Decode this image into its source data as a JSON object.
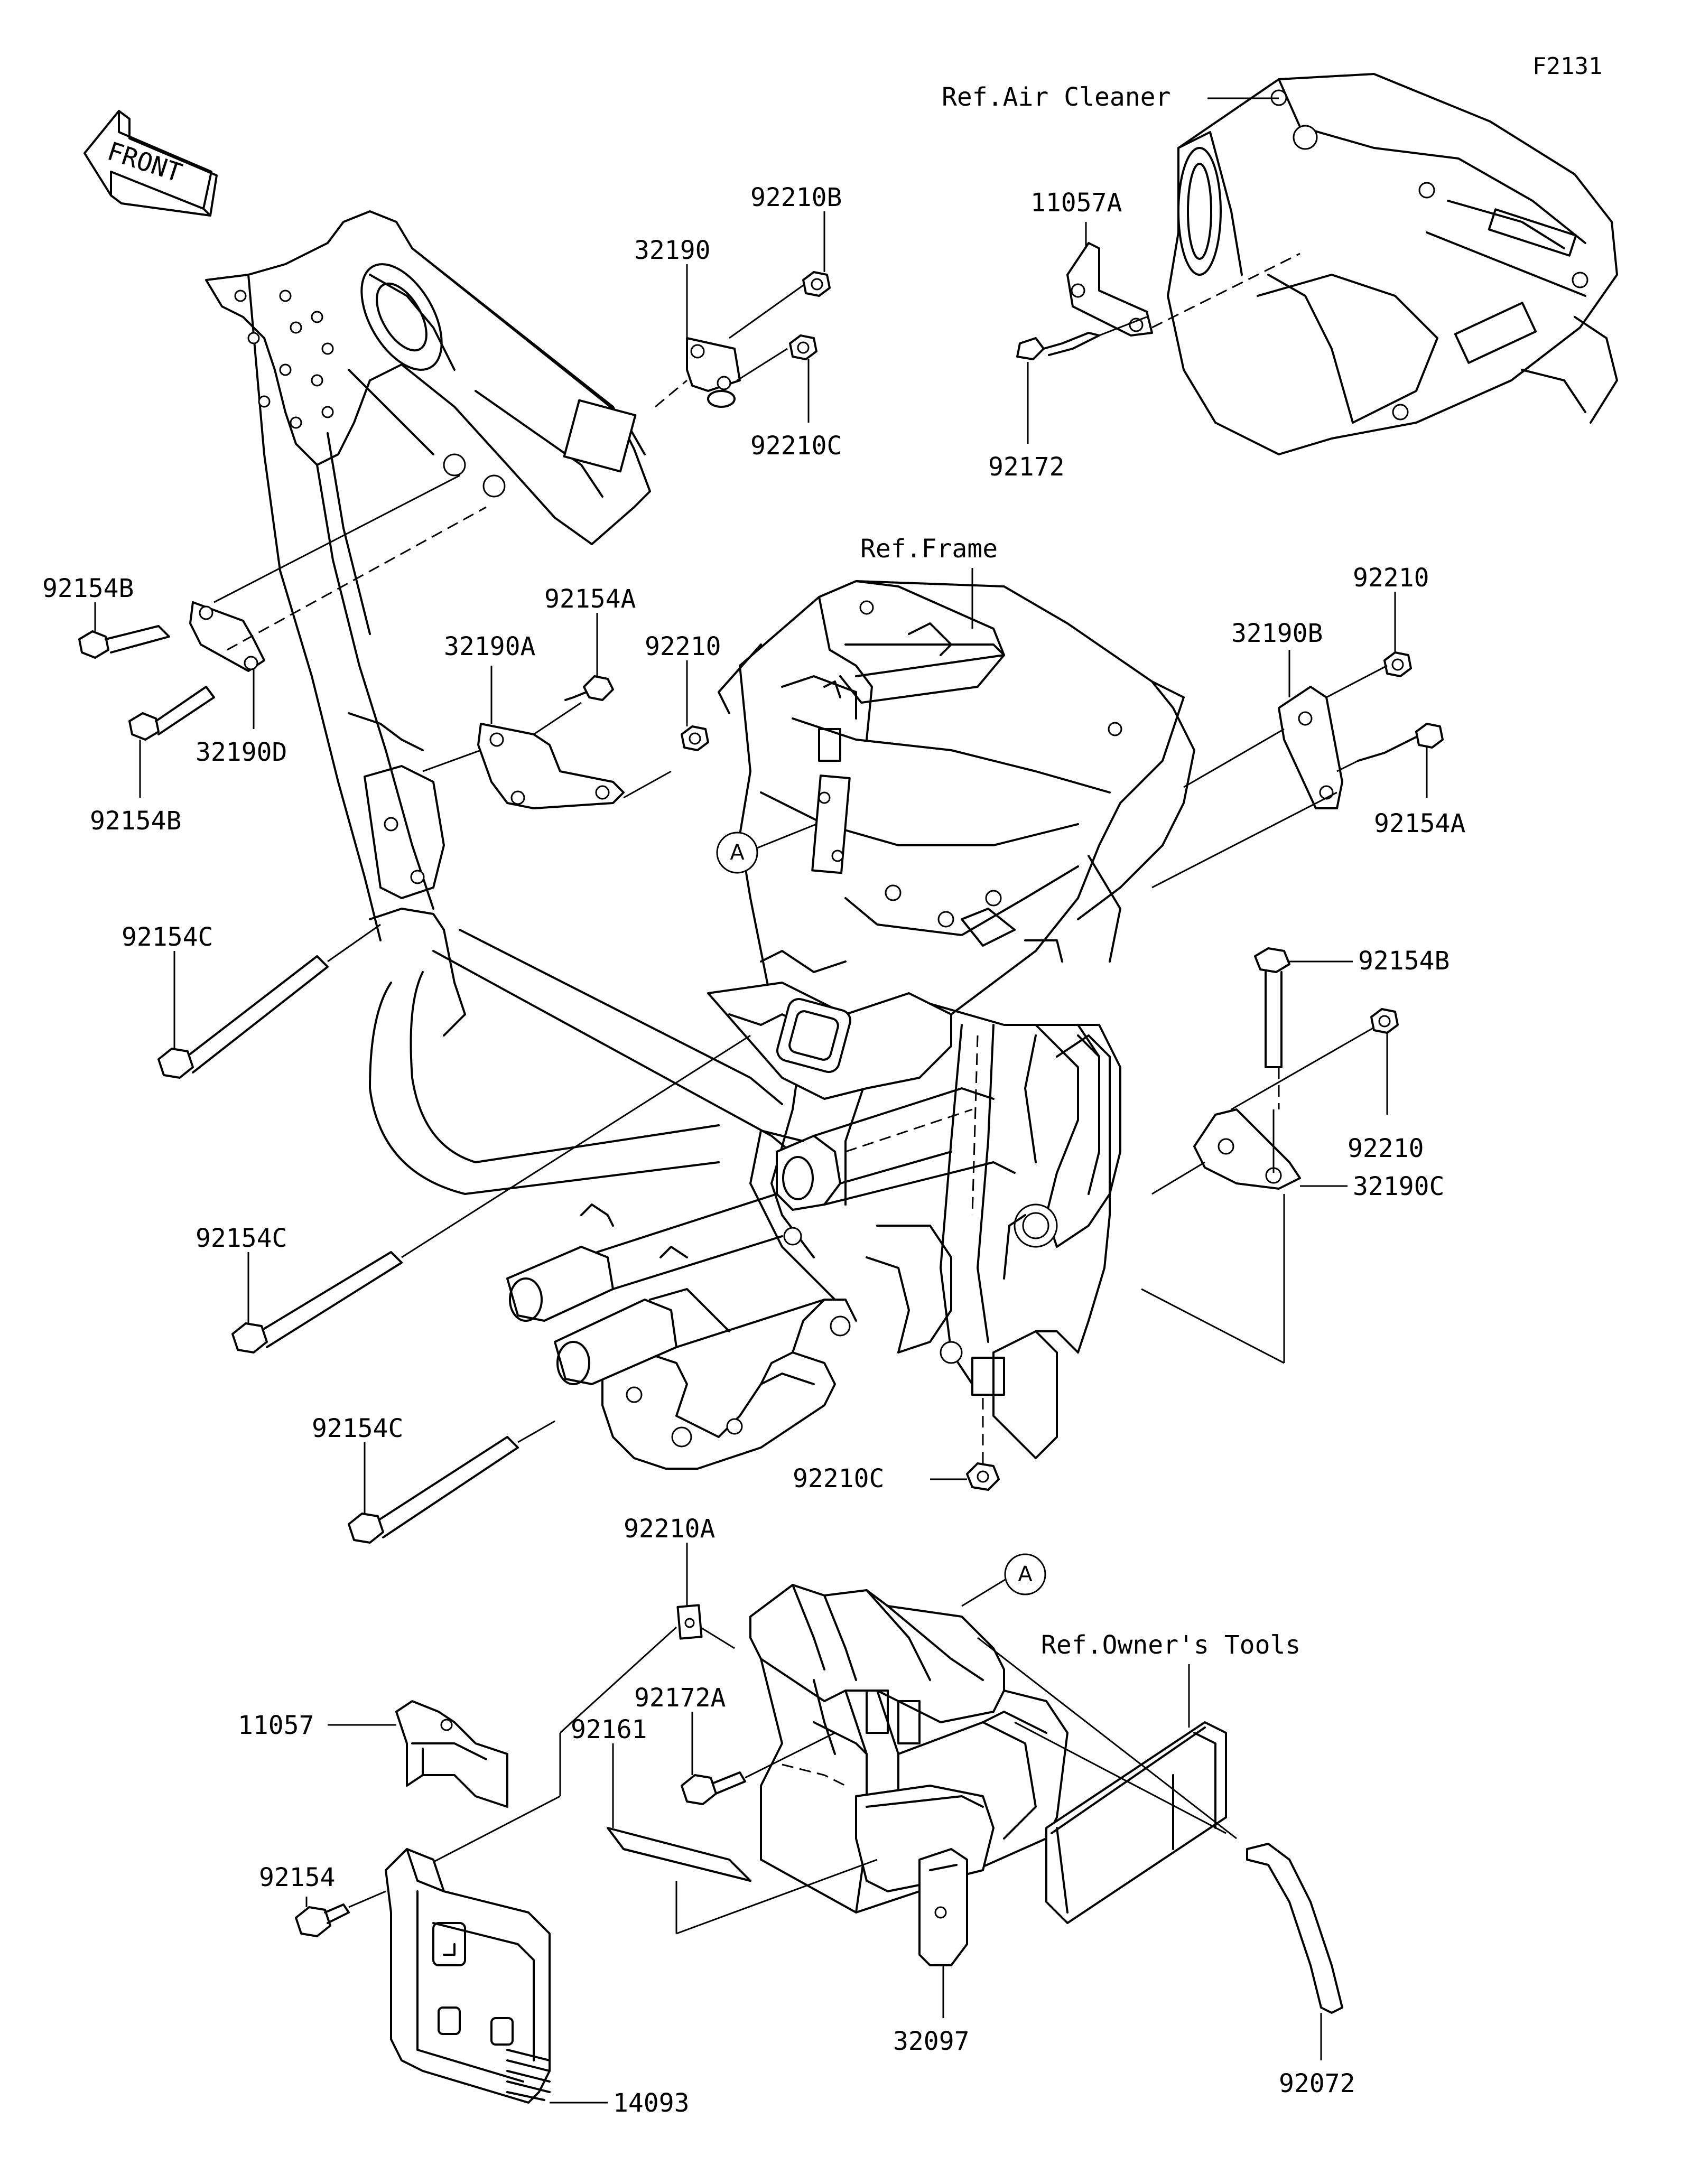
{
  "figure_code": "F2131",
  "front_arrow": "FRONT",
  "references": {
    "air_cleaner": "Ref.Air Cleaner",
    "frame": "Ref.Frame",
    "owners_tools": "Ref.Owner's Tools"
  },
  "marker_letter": "A",
  "parts": {
    "p92210B": "92210B",
    "p32190": "32190",
    "p92210C_top": "92210C",
    "p11057A": "11057A",
    "p92172": "92172",
    "p92154B_1": "92154B",
    "p92154B_2": "92154B",
    "p32190D": "32190D",
    "p92154A_1": "92154A",
    "p32190A": "32190A",
    "p92210_1": "92210",
    "p92210_2": "92210",
    "p32190B": "32190B",
    "p92154A_2": "92154A",
    "p92154C_1": "92154C",
    "p92154B_3": "92154B",
    "p92210_3": "92210",
    "p32190C": "32190C",
    "p92154C_2": "92154C",
    "p92154C_3": "92154C",
    "p92210C_bottom": "92210C",
    "p92210A": "92210A",
    "p92172A": "92172A",
    "p11057": "11057",
    "p92161": "92161",
    "p92154": "92154",
    "p32097": "32097",
    "p92072": "92072",
    "p14093": "14093"
  }
}
